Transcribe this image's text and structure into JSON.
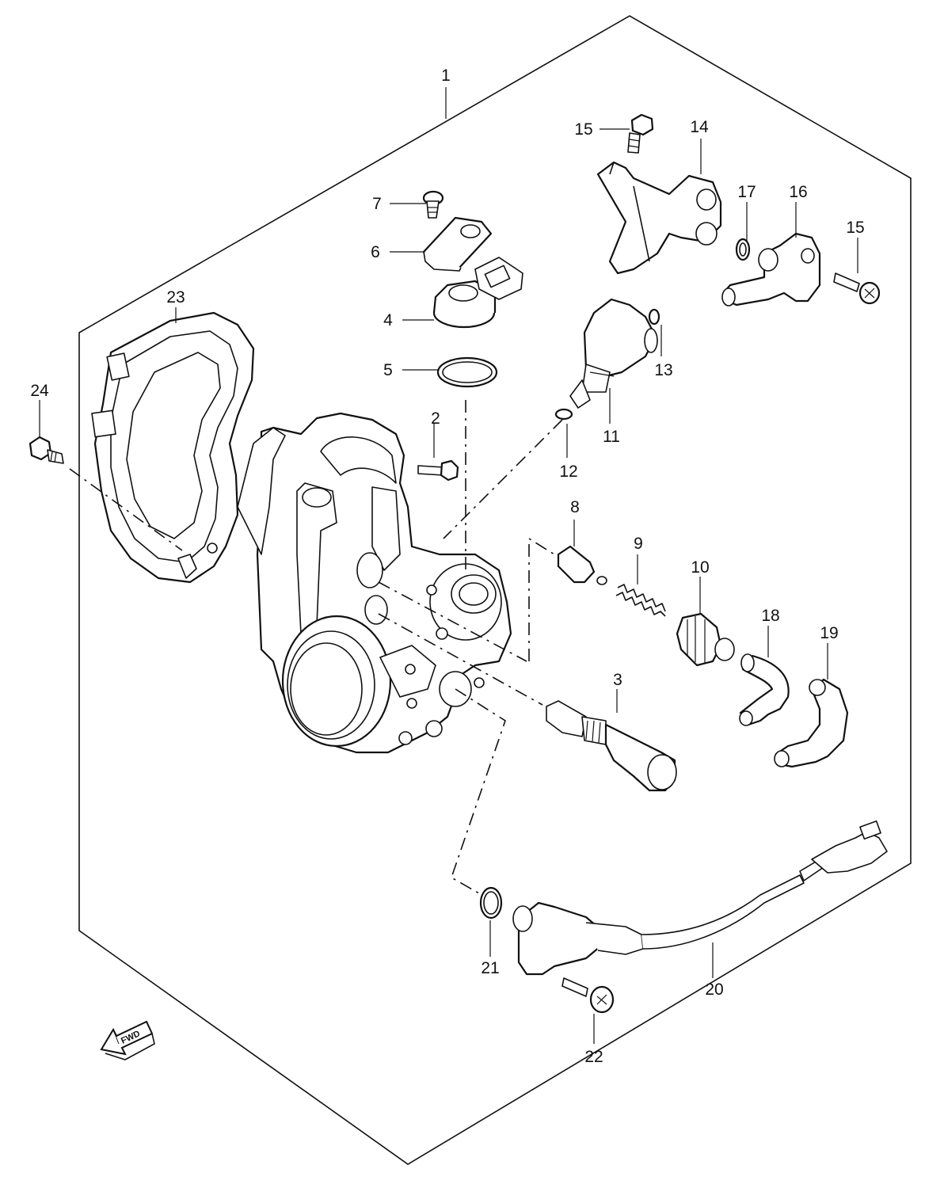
{
  "diagram": {
    "callouts": [
      {
        "id": "c1",
        "label": "1"
      },
      {
        "id": "c2",
        "label": "2"
      },
      {
        "id": "c3",
        "label": "3"
      },
      {
        "id": "c4",
        "label": "4"
      },
      {
        "id": "c5",
        "label": "5"
      },
      {
        "id": "c6",
        "label": "6"
      },
      {
        "id": "c7",
        "label": "7"
      },
      {
        "id": "c8",
        "label": "8"
      },
      {
        "id": "c9",
        "label": "9"
      },
      {
        "id": "c10",
        "label": "10"
      },
      {
        "id": "c11",
        "label": "11"
      },
      {
        "id": "c12",
        "label": "12"
      },
      {
        "id": "c13",
        "label": "13"
      },
      {
        "id": "c14",
        "label": "14"
      },
      {
        "id": "c15a",
        "label": "15"
      },
      {
        "id": "c15b",
        "label": "15"
      },
      {
        "id": "c16",
        "label": "16"
      },
      {
        "id": "c17",
        "label": "17"
      },
      {
        "id": "c18",
        "label": "18"
      },
      {
        "id": "c19",
        "label": "19"
      },
      {
        "id": "c20",
        "label": "20"
      },
      {
        "id": "c21",
        "label": "21"
      },
      {
        "id": "c22",
        "label": "22"
      },
      {
        "id": "c23",
        "label": "23"
      },
      {
        "id": "c24",
        "label": "24"
      }
    ],
    "direction_arrow": {
      "label": "FWD",
      "icon": "fwd-arrow-icon"
    }
  }
}
